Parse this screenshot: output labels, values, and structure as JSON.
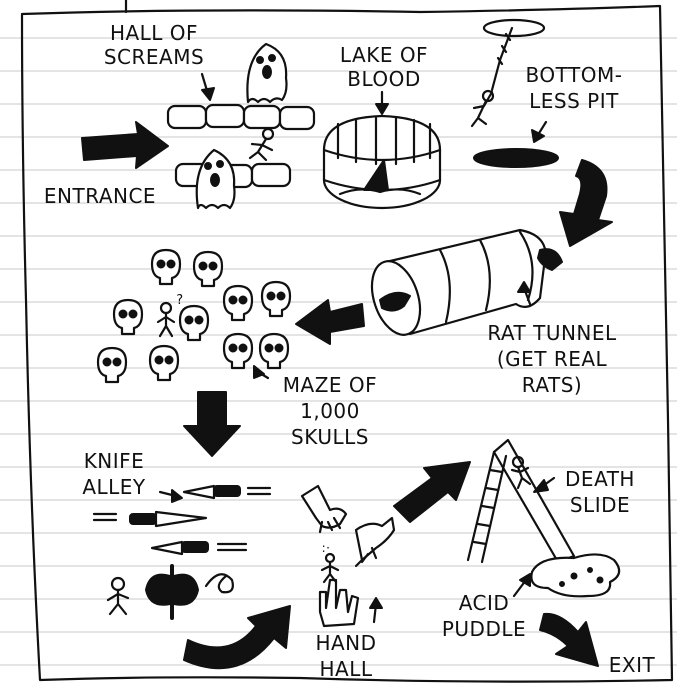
{
  "labels": {
    "hall_of_screams": [
      "HALL OF",
      "SCREAMS"
    ],
    "lake_of_blood": [
      "LAKE OF",
      "BLOOD"
    ],
    "bottomless_pit": [
      "BOTTOM-",
      "LESS PIT"
    ],
    "entrance": "ENTRANCE",
    "rat_tunnel": [
      "RAT TUNNEL",
      "(GET REAL",
      "RATS)"
    ],
    "maze_of_skulls": [
      "MAZE OF",
      "1,000",
      "SKULLS"
    ],
    "knife_alley": [
      "KNIFE",
      "ALLEY"
    ],
    "death_slide": [
      "DEATH",
      "SLIDE"
    ],
    "acid_puddle": [
      "ACID",
      "PUDDLE"
    ],
    "hand_hall": [
      "HAND",
      "HALL"
    ],
    "exit": "EXIT",
    "confused_mark": "?"
  },
  "icons": [
    "ghost-icon",
    "skull-icon",
    "shark-fin-icon",
    "rat-icon",
    "knife-icon",
    "axe-icon",
    "hand-icon",
    "ladder-icon",
    "stick-figure-icon",
    "arrow-icon"
  ]
}
